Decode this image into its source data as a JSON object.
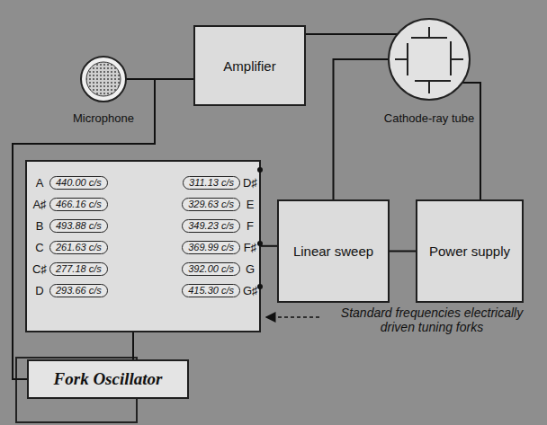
{
  "diagram": {
    "nodes": [
      {
        "text": [
          "Microphone"
        ]
      },
      {
        "text": [
          "Amplifier"
        ]
      },
      {
        "text": [
          "Cathode-ray tube"
        ]
      },
      {
        "text": [
          "Standard frequencies electrically driven tuning forks"
        ]
      },
      {
        "text": [
          "A",
          "440.00 c/s"
        ],
        "in": 3
      },
      {
        "text": [
          "A♯",
          "466.16 c/s"
        ],
        "in": 3
      },
      {
        "text": [
          "B",
          "493.88 c/s"
        ],
        "in": 3
      },
      {
        "text": [
          "C",
          "261.63 c/s"
        ],
        "in": 3
      },
      {
        "text": [
          "C♯",
          "277.18 c/s"
        ],
        "in": 3
      },
      {
        "text": [
          "D",
          "293.66 c/s"
        ],
        "in": 3
      },
      {
        "text": [
          "D♯",
          "311.13 c/s"
        ],
        "in": 3
      },
      {
        "text": [
          "E",
          "329.63 c/s"
        ],
        "in": 3
      },
      {
        "text": [
          "F",
          "349.23 c/s"
        ],
        "in": 3
      },
      {
        "text": [
          "F♯",
          "369.99 c/s"
        ],
        "in": 3
      },
      {
        "text": [
          "G",
          "392.00 c/s"
        ],
        "in": 3
      },
      {
        "text": [
          "G♯",
          "415.30 c/s"
        ],
        "in": 3
      },
      {
        "text": [
          "Linear sweep"
        ]
      },
      {
        "text": [
          "Power supply"
        ]
      },
      {
        "text": [
          "Fork Oscillator"
        ]
      }
    ],
    "edges": [
      {
        "from": 0,
        "to": 1,
        "arrow": "none"
      },
      {
        "from": 1,
        "to": 2,
        "arrow": "none"
      },
      {
        "from": 16,
        "to": 2,
        "arrow": "none"
      },
      {
        "from": 17,
        "to": 2,
        "arrow": "none"
      },
      {
        "from": 16,
        "to": 17,
        "arrow": "none"
      },
      {
        "from": 3,
        "to": 16,
        "arrow": "none"
      },
      {
        "from": 3,
        "to": 18,
        "arrow": "none"
      },
      {
        "from": 18,
        "to": 0,
        "arrow": "none"
      }
    ]
  }
}
